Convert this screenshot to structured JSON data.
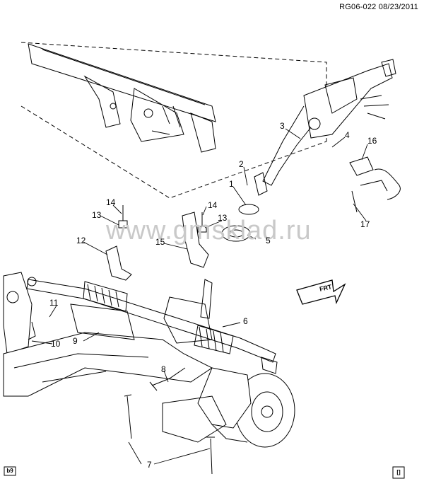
{
  "header": {
    "code": "RG06-022 08/23/2011"
  },
  "watermark": "www.gmsklad.ru",
  "forward_arrow_label": "FRT",
  "corner_icons": {
    "left": "b9",
    "right": "[]"
  },
  "callouts": [
    {
      "id": "c1",
      "label": "1"
    },
    {
      "id": "c2",
      "label": "2"
    },
    {
      "id": "c3",
      "label": "3"
    },
    {
      "id": "c4",
      "label": "4"
    },
    {
      "id": "c5",
      "label": "5"
    },
    {
      "id": "c6",
      "label": "6"
    },
    {
      "id": "c7",
      "label": "7"
    },
    {
      "id": "c8",
      "label": "8"
    },
    {
      "id": "c9",
      "label": "9"
    },
    {
      "id": "c10",
      "label": "10"
    },
    {
      "id": "c11",
      "label": "11"
    },
    {
      "id": "c12",
      "label": "12"
    },
    {
      "id": "c13a",
      "label": "13"
    },
    {
      "id": "c13b",
      "label": "13"
    },
    {
      "id": "c14a",
      "label": "14"
    },
    {
      "id": "c14b",
      "label": "14"
    },
    {
      "id": "c15",
      "label": "15"
    },
    {
      "id": "c16",
      "label": "16"
    },
    {
      "id": "c17",
      "label": "17"
    }
  ]
}
